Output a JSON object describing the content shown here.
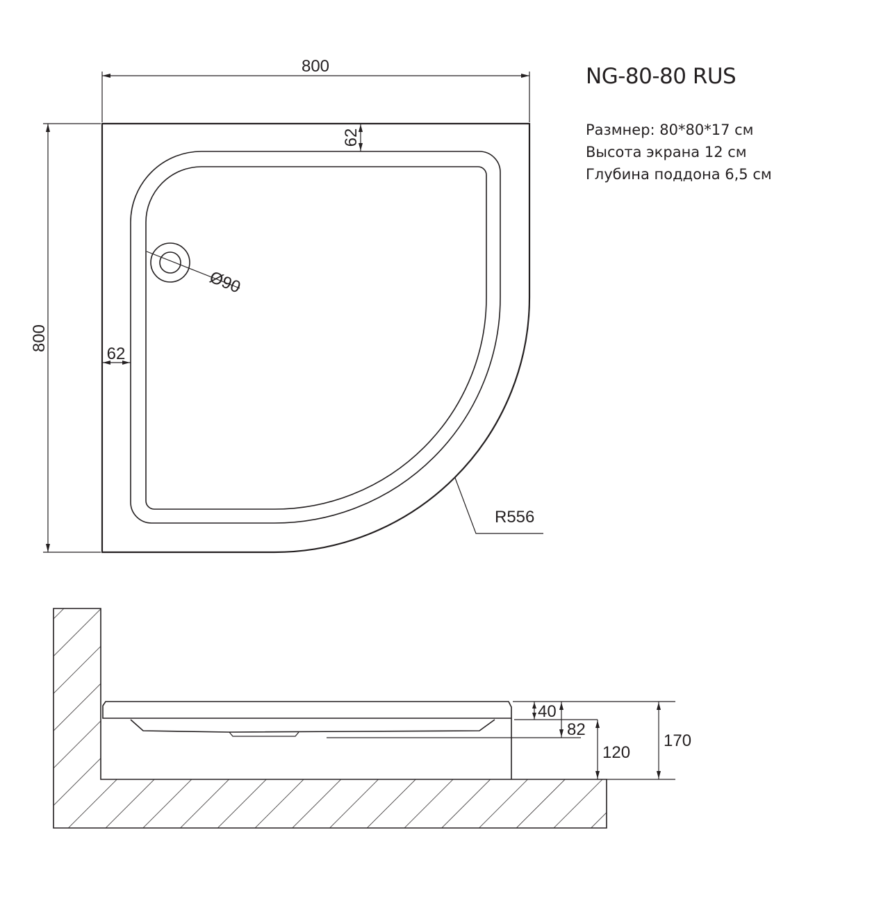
{
  "title": "NG-80-80 RUS",
  "specs": [
    "Размнер: 80*80*17 см",
    "Высота экрана 12 см",
    "Глубина поддона 6,5 см"
  ],
  "plan_view": {
    "width_label": "800",
    "height_label": "800",
    "rim_top_label": "62",
    "rim_left_label": "62",
    "drain_label": "Ø90",
    "radius_label": "R556"
  },
  "section_view": {
    "rim_label": "40",
    "depth_label": "82",
    "screen_label": "120",
    "total_label": "170"
  },
  "colors": {
    "line": "#231f20",
    "background": "#ffffff"
  }
}
